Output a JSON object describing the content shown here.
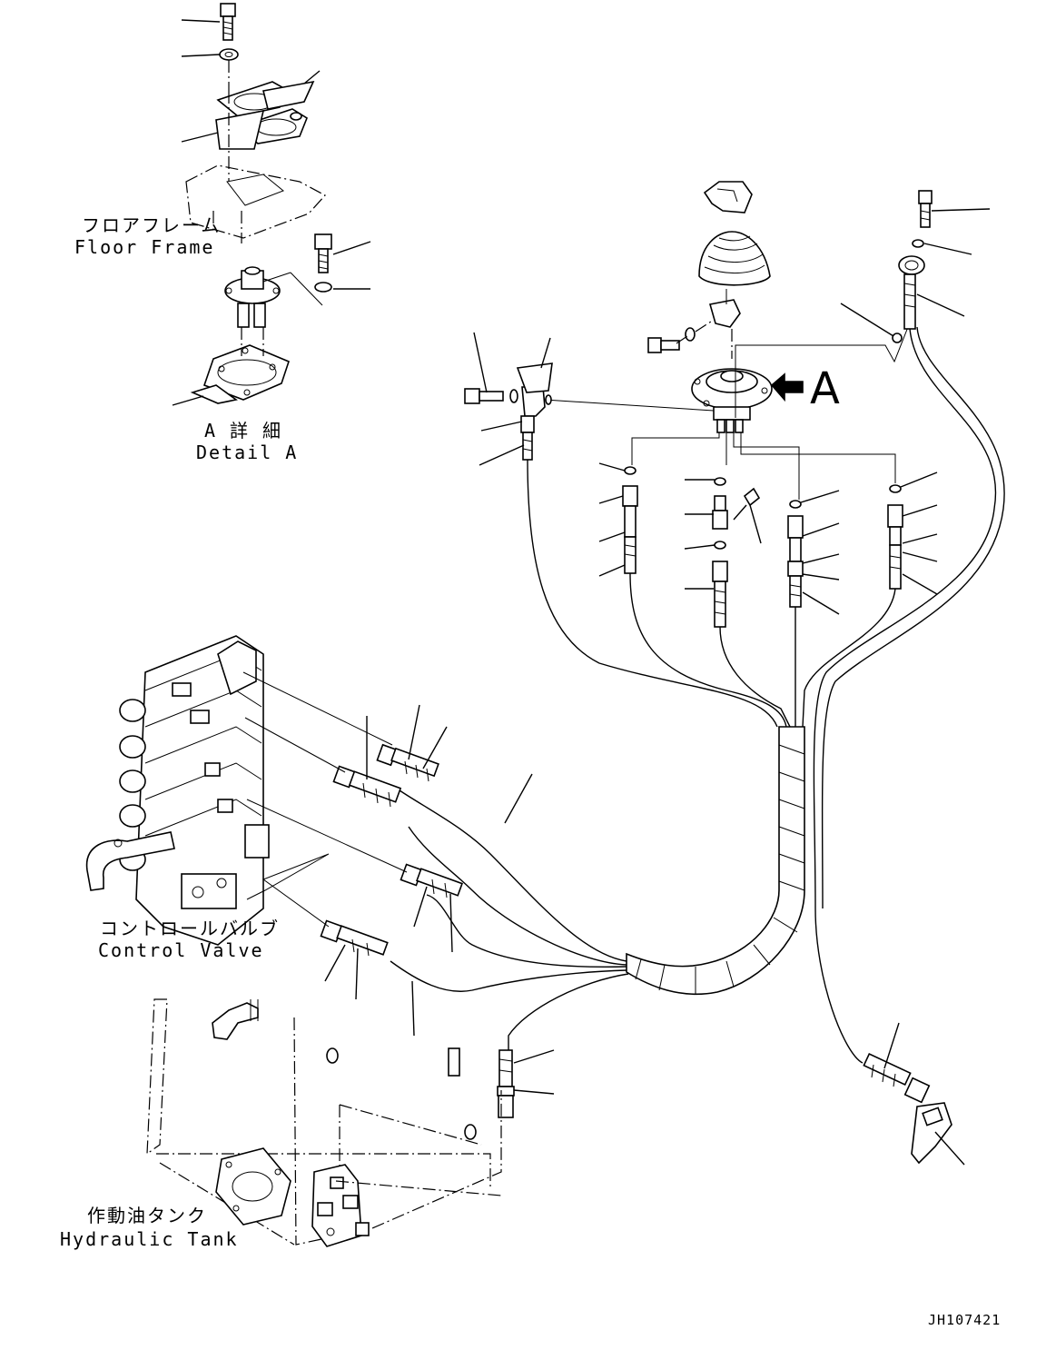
{
  "labels": {
    "floor_frame_jp": "フロアフレーム",
    "floor_frame_en": "Floor Frame",
    "detail_a_jp": "A 詳 細",
    "detail_a_en": "Detail A",
    "control_valve_jp": "コントロールバルブ",
    "control_valve_en": "Control Valve",
    "hydraulic_tank_jp": "作動油タンク",
    "hydraulic_tank_en": "Hydraulic Tank",
    "view_marker": "A"
  },
  "document_number": "JH107421"
}
